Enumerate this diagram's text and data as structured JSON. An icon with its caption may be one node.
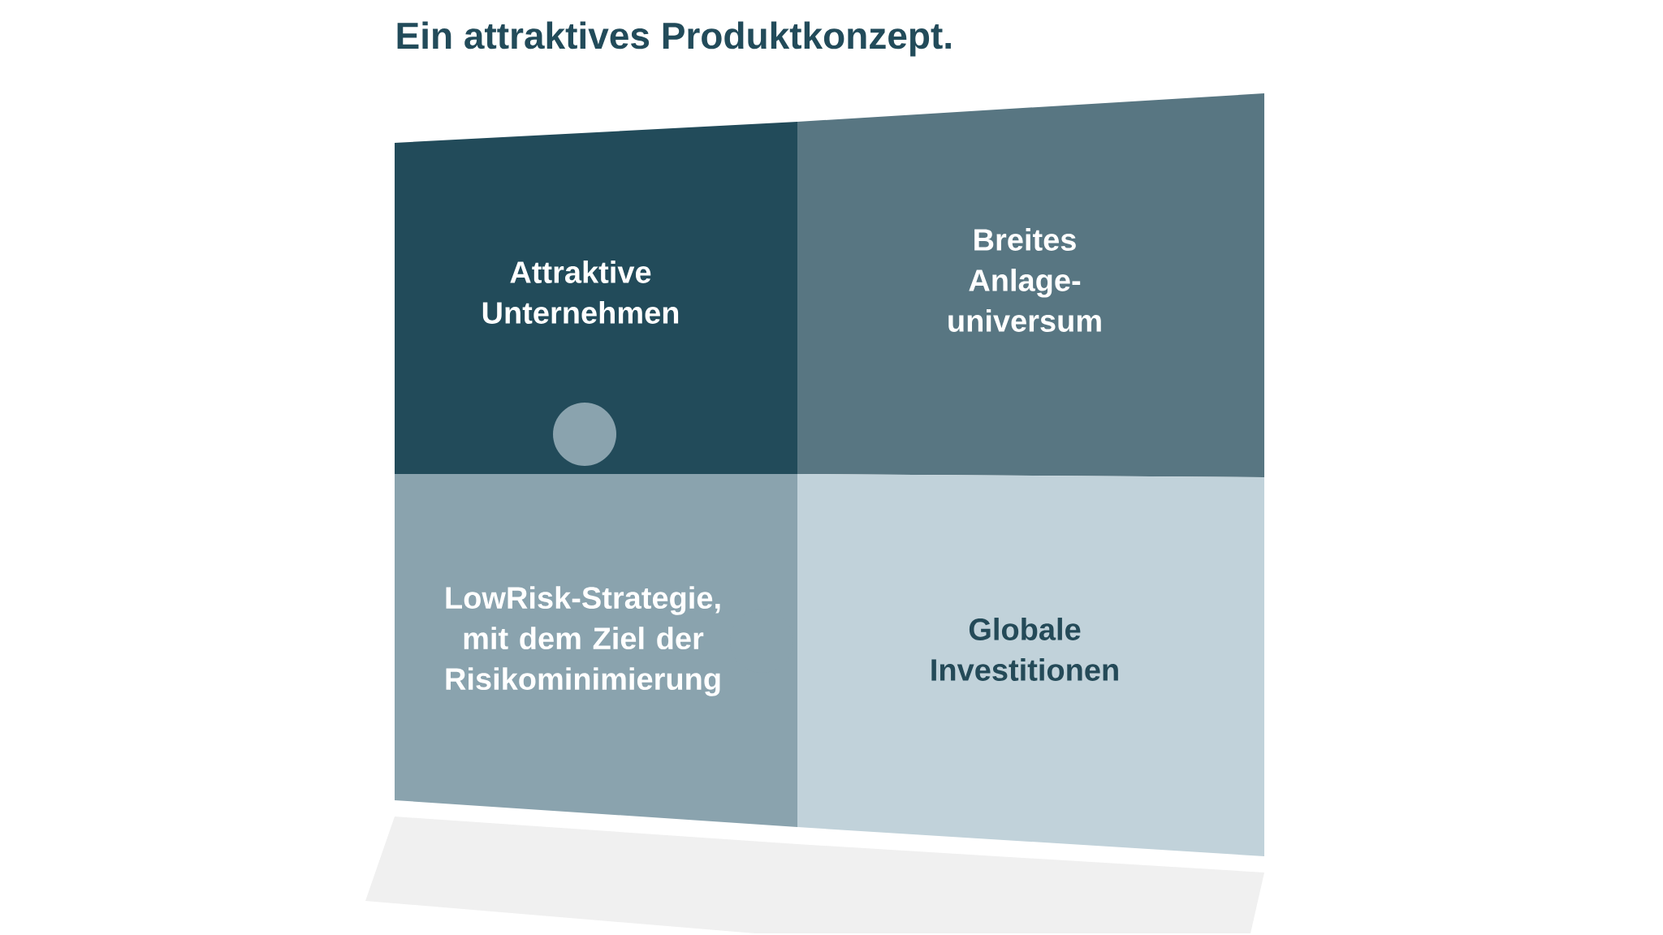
{
  "diagram": {
    "title": "Ein attraktives Produktkonzept.",
    "nodes": [
      {
        "text": [
          "Attraktive Unternehmen"
        ]
      },
      {
        "text": [
          "Breites Anlage- universum"
        ]
      },
      {
        "text": [
          "LowRisk-Strategie, mit dem Ziel der Risikominimierung"
        ]
      },
      {
        "text": [
          "Globale Investitionen"
        ]
      }
    ]
  }
}
